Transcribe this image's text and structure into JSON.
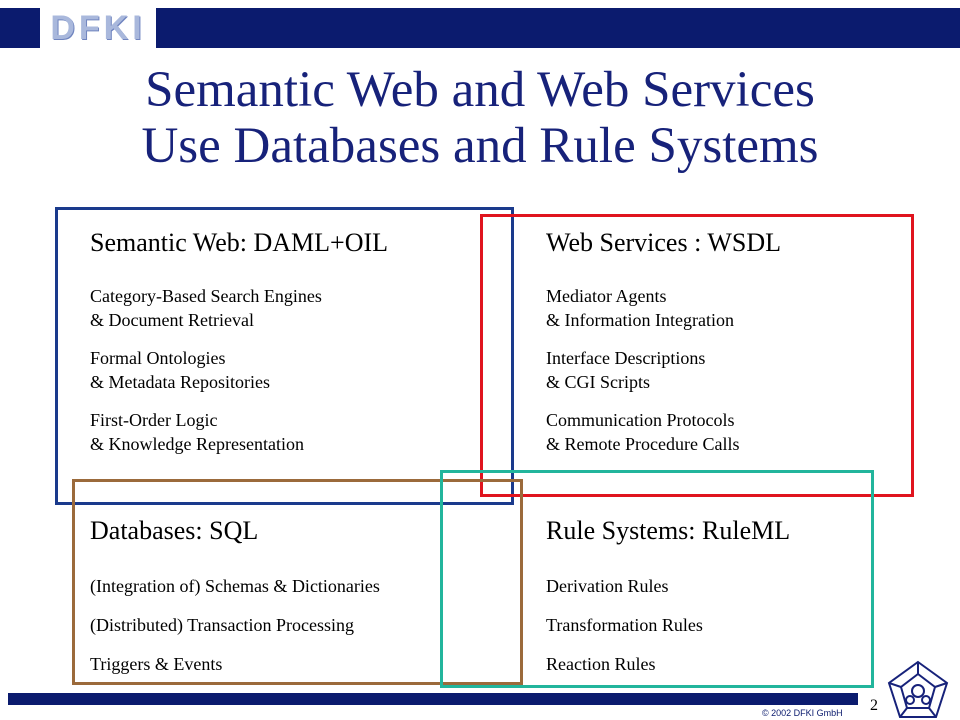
{
  "header": {
    "logo_text": "DFKI"
  },
  "title": {
    "line1": "Semantic Web and Web Services",
    "line2": "Use Databases and Rule Systems"
  },
  "sections": {
    "semantic_web": {
      "heading": "Semantic Web: DAML+OIL",
      "items": [
        [
          "Category-Based Search Engines",
          "& Document Retrieval"
        ],
        [
          "Formal Ontologies",
          "& Metadata Repositories"
        ],
        [
          "First-Order Logic",
          "& Knowledge Representation"
        ]
      ]
    },
    "web_services": {
      "heading": "Web Services : WSDL",
      "items": [
        [
          "Mediator Agents",
          "& Information Integration"
        ],
        [
          "Interface Descriptions",
          "& CGI Scripts"
        ],
        [
          "Communication Protocols",
          "& Remote Procedure Calls"
        ]
      ]
    },
    "databases": {
      "heading": "Databases: SQL",
      "items": [
        "(Integration of) Schemas & Dictionaries",
        "(Distributed) Transaction Processing",
        "Triggers & Events"
      ]
    },
    "rule_systems": {
      "heading": "Rule Systems: RuleML",
      "items": [
        "Derivation Rules",
        "Transformation Rules",
        "Reaction Rules"
      ]
    }
  },
  "footer": {
    "copyright": "© 2002 DFKI GmbH",
    "page_number": "2"
  },
  "colors": {
    "brand_navy": "#0b1b6e",
    "title": "#17227a",
    "frame_blue": "#1a3a8c",
    "frame_red": "#e0141e",
    "frame_brown": "#9b6a3b",
    "frame_teal": "#22b59c"
  }
}
